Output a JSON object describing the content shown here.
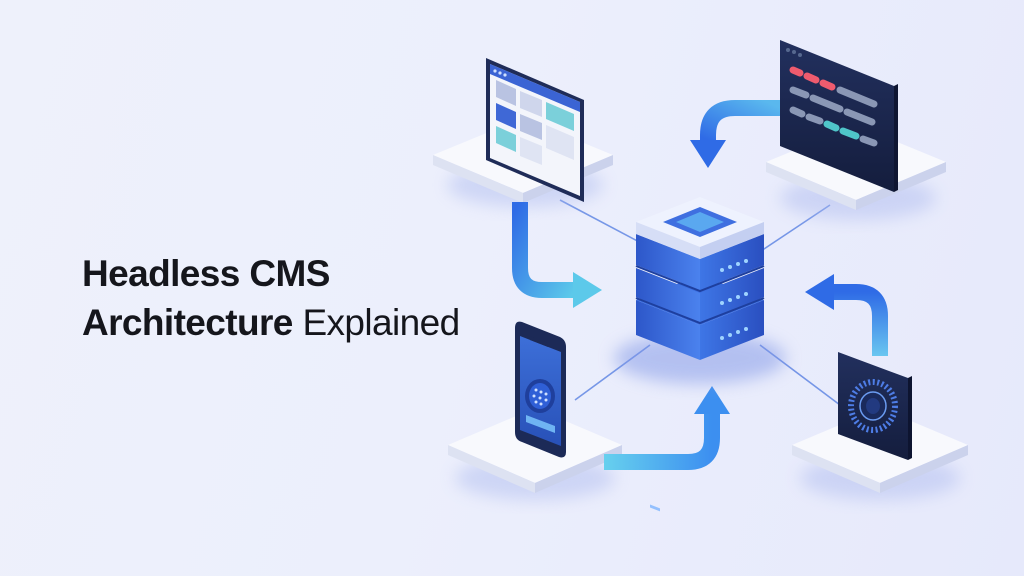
{
  "title": {
    "line1": "Headless CMS",
    "line2_bold": "Architecture",
    "line2_regular": "Explained"
  },
  "colors": {
    "background": "#eceffc",
    "title_text": "#15161c",
    "server_blue": "#2f5fd6",
    "server_top": "#e9eefc",
    "arrow_cyan": "#5cc9ea",
    "arrow_blue": "#2f6be6",
    "device_navy": "#1b2a55",
    "platform_white": "#f7f8fd",
    "accent_red": "#ef5b6e",
    "accent_teal": "#4fc6c9"
  },
  "icons": {
    "server": "server-stack-icon",
    "web": "browser-window-icon",
    "code": "code-editor-icon",
    "mobile": "smartphone-icon",
    "iot": "smart-device-icon"
  }
}
